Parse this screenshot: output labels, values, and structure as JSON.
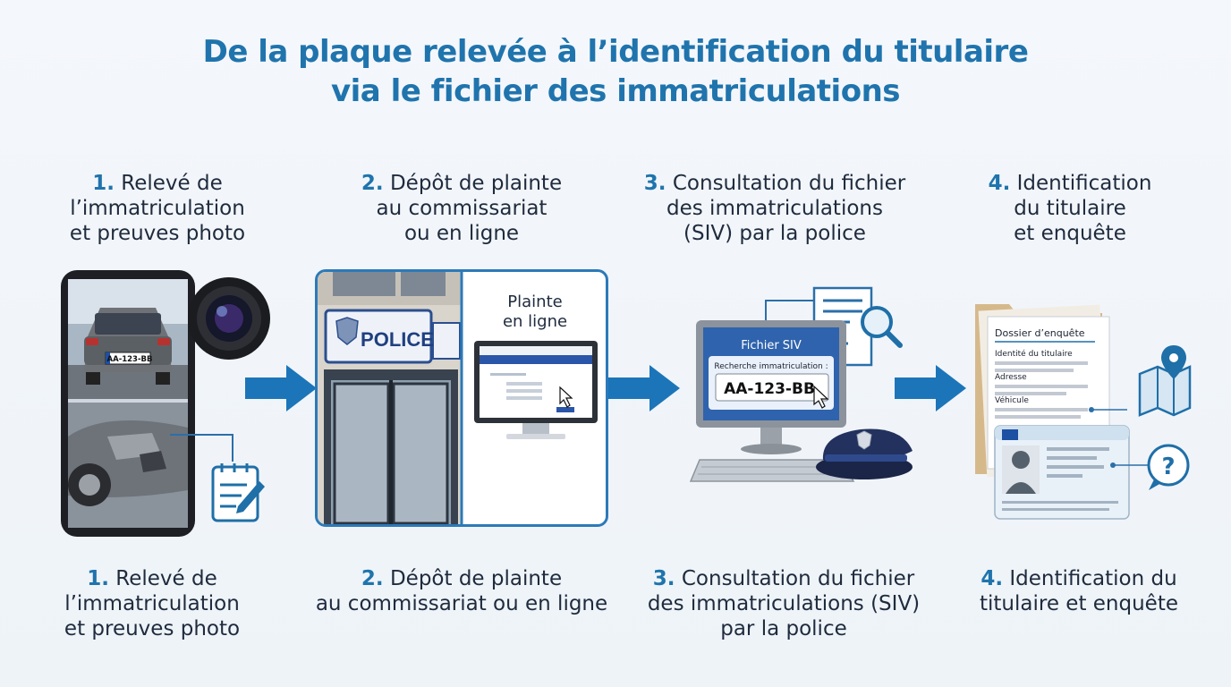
{
  "title": {
    "line1": "De la plaque relevée à l’identification du titulaire",
    "line2": "via le fichier des immatriculations"
  },
  "steps": [
    {
      "num": "1.",
      "head": [
        "Relevé de",
        "l’immatriculation",
        "et preuves photo"
      ],
      "foot": [
        "Relevé de",
        "l’immatriculation",
        "et preuves photo"
      ]
    },
    {
      "num": "2.",
      "head": [
        "Dépôt de plainte",
        "au commissariat",
        "ou en ligne"
      ],
      "foot": [
        "Dépôt de plainte",
        "au commissariat ou en ligne"
      ]
    },
    {
      "num": "3.",
      "head": [
        "Consultation du fichier",
        "des immatriculations",
        "(SIV) par la police"
      ],
      "foot": [
        "Consultation du fichier",
        "des immatriculations (SIV)",
        "par la police"
      ]
    },
    {
      "num": "4.",
      "head": [
        "Identification",
        "du titulaire",
        "et enquête"
      ],
      "foot": [
        "Identification du",
        "titulaire et enquête"
      ]
    }
  ],
  "illustrations": {
    "phone_plate": "AA-123-BB",
    "police_sign": "POLICE",
    "online_label": [
      "Plainte",
      "en ligne"
    ],
    "siv_title": "Fichier SIV",
    "siv_search_label": "Recherche immatriculation :",
    "siv_plate": "AA-123-BB",
    "dossier_title": "Dossier d’enquête",
    "dossier_fields": [
      "Identité du titulaire",
      "Adresse",
      "Véhicule"
    ]
  },
  "colors": {
    "accent": "#1f74ad",
    "arrow": "#1c75b8",
    "text": "#1f2b3d"
  }
}
